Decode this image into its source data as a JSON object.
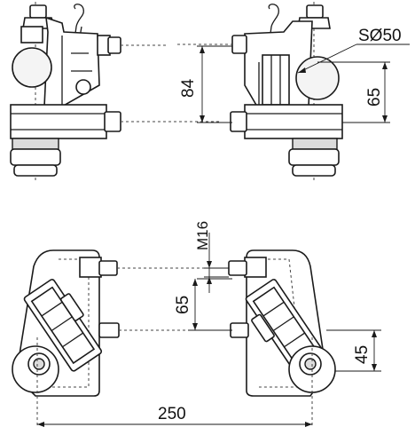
{
  "dimensions": {
    "ball_diameter": "SØ50",
    "height_top": "84",
    "height_right": "65",
    "thread": "M16",
    "pin_spacing": "65",
    "offset": "45",
    "width": "250"
  }
}
